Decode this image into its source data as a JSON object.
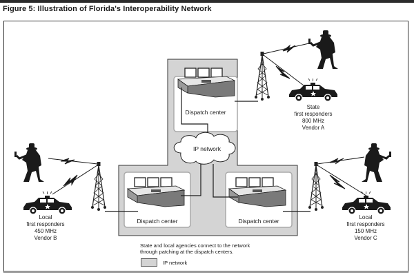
{
  "figure": {
    "title": "Figure 5: Illustration of Florida's Interoperability Network"
  },
  "colors": {
    "ip_network_fill": "#d4d4d4",
    "dispatch_panel_fill": "#ffffff",
    "line": "#1a1a1a",
    "console": "#6e6e6e"
  },
  "network": {
    "cloud_label": "IP network"
  },
  "dispatch_centers": [
    {
      "id": "top",
      "label": "Dispatch center"
    },
    {
      "id": "left",
      "label": "Dispatch center"
    },
    {
      "id": "right",
      "label": "Dispatch center"
    }
  ],
  "responder_groups": [
    {
      "id": "state",
      "lines": [
        "State",
        "first responders",
        "800 MHz",
        "Vendor A"
      ]
    },
    {
      "id": "local-b",
      "lines": [
        "Local",
        "first responders",
        "450 MHz",
        "Vendor B"
      ]
    },
    {
      "id": "local-c",
      "lines": [
        "Local",
        "first responders",
        "150 MHz",
        "Vendor C"
      ]
    }
  ],
  "note": {
    "line1": "State and local agencies connect to the network",
    "line2": "through patching at the dispatch centers."
  },
  "legend": {
    "items": [
      {
        "label": "IP network",
        "icon": "gray-swatch"
      }
    ]
  }
}
